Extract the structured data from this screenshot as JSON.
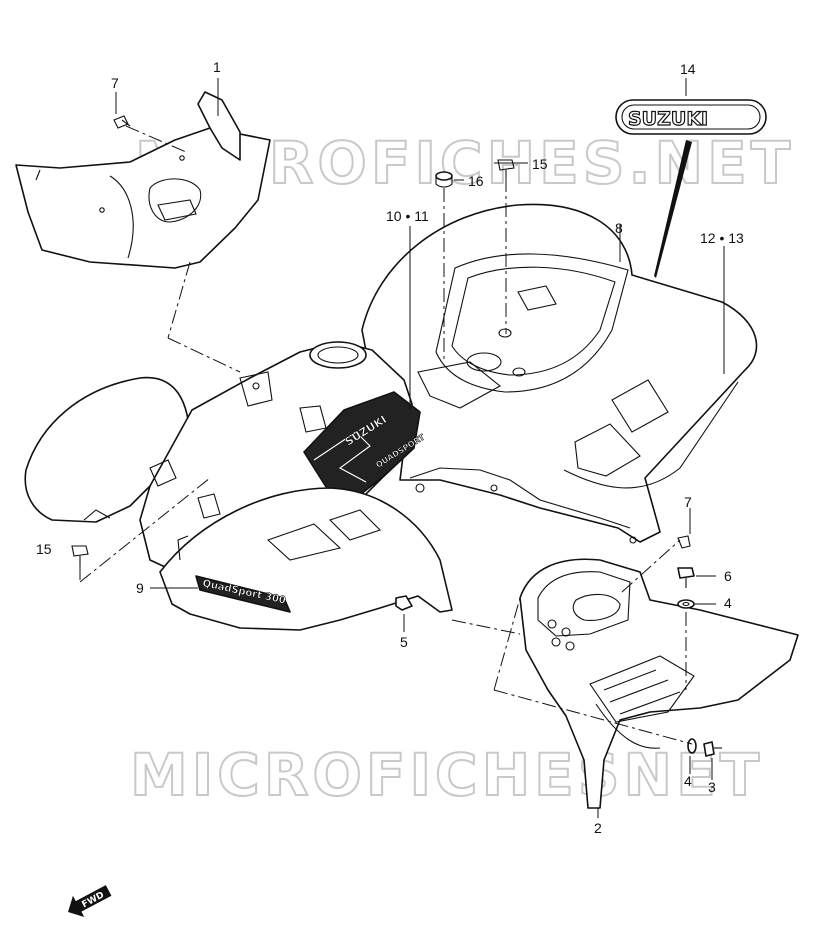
{
  "watermarks": [
    "MICROFICHES.NET",
    "MICROFICHESNET"
  ],
  "brand_logo": "SUZUKI",
  "front_fender_decal": "SUZUKI",
  "front_fender_decal_model": "QUADSPORT",
  "rear_fender_decal": "QuadSport 300",
  "fwd_arrow_label": "FWD",
  "part_labels": [
    {
      "id": "p1",
      "text": "1"
    },
    {
      "id": "p2",
      "text": "2"
    },
    {
      "id": "p3",
      "text": "3"
    },
    {
      "id": "p4a",
      "text": "4"
    },
    {
      "id": "p4b",
      "text": "4"
    },
    {
      "id": "p5",
      "text": "5"
    },
    {
      "id": "p6",
      "text": "6"
    },
    {
      "id": "p7a",
      "text": "7"
    },
    {
      "id": "p7b",
      "text": "7"
    },
    {
      "id": "p8",
      "text": "8"
    },
    {
      "id": "p9",
      "text": "9"
    },
    {
      "id": "p10",
      "text": "10 • 11"
    },
    {
      "id": "p12",
      "text": "12 • 13"
    },
    {
      "id": "p14",
      "text": "14"
    },
    {
      "id": "p15a",
      "text": "15"
    },
    {
      "id": "p15b",
      "text": "15"
    },
    {
      "id": "p16",
      "text": "16"
    }
  ]
}
